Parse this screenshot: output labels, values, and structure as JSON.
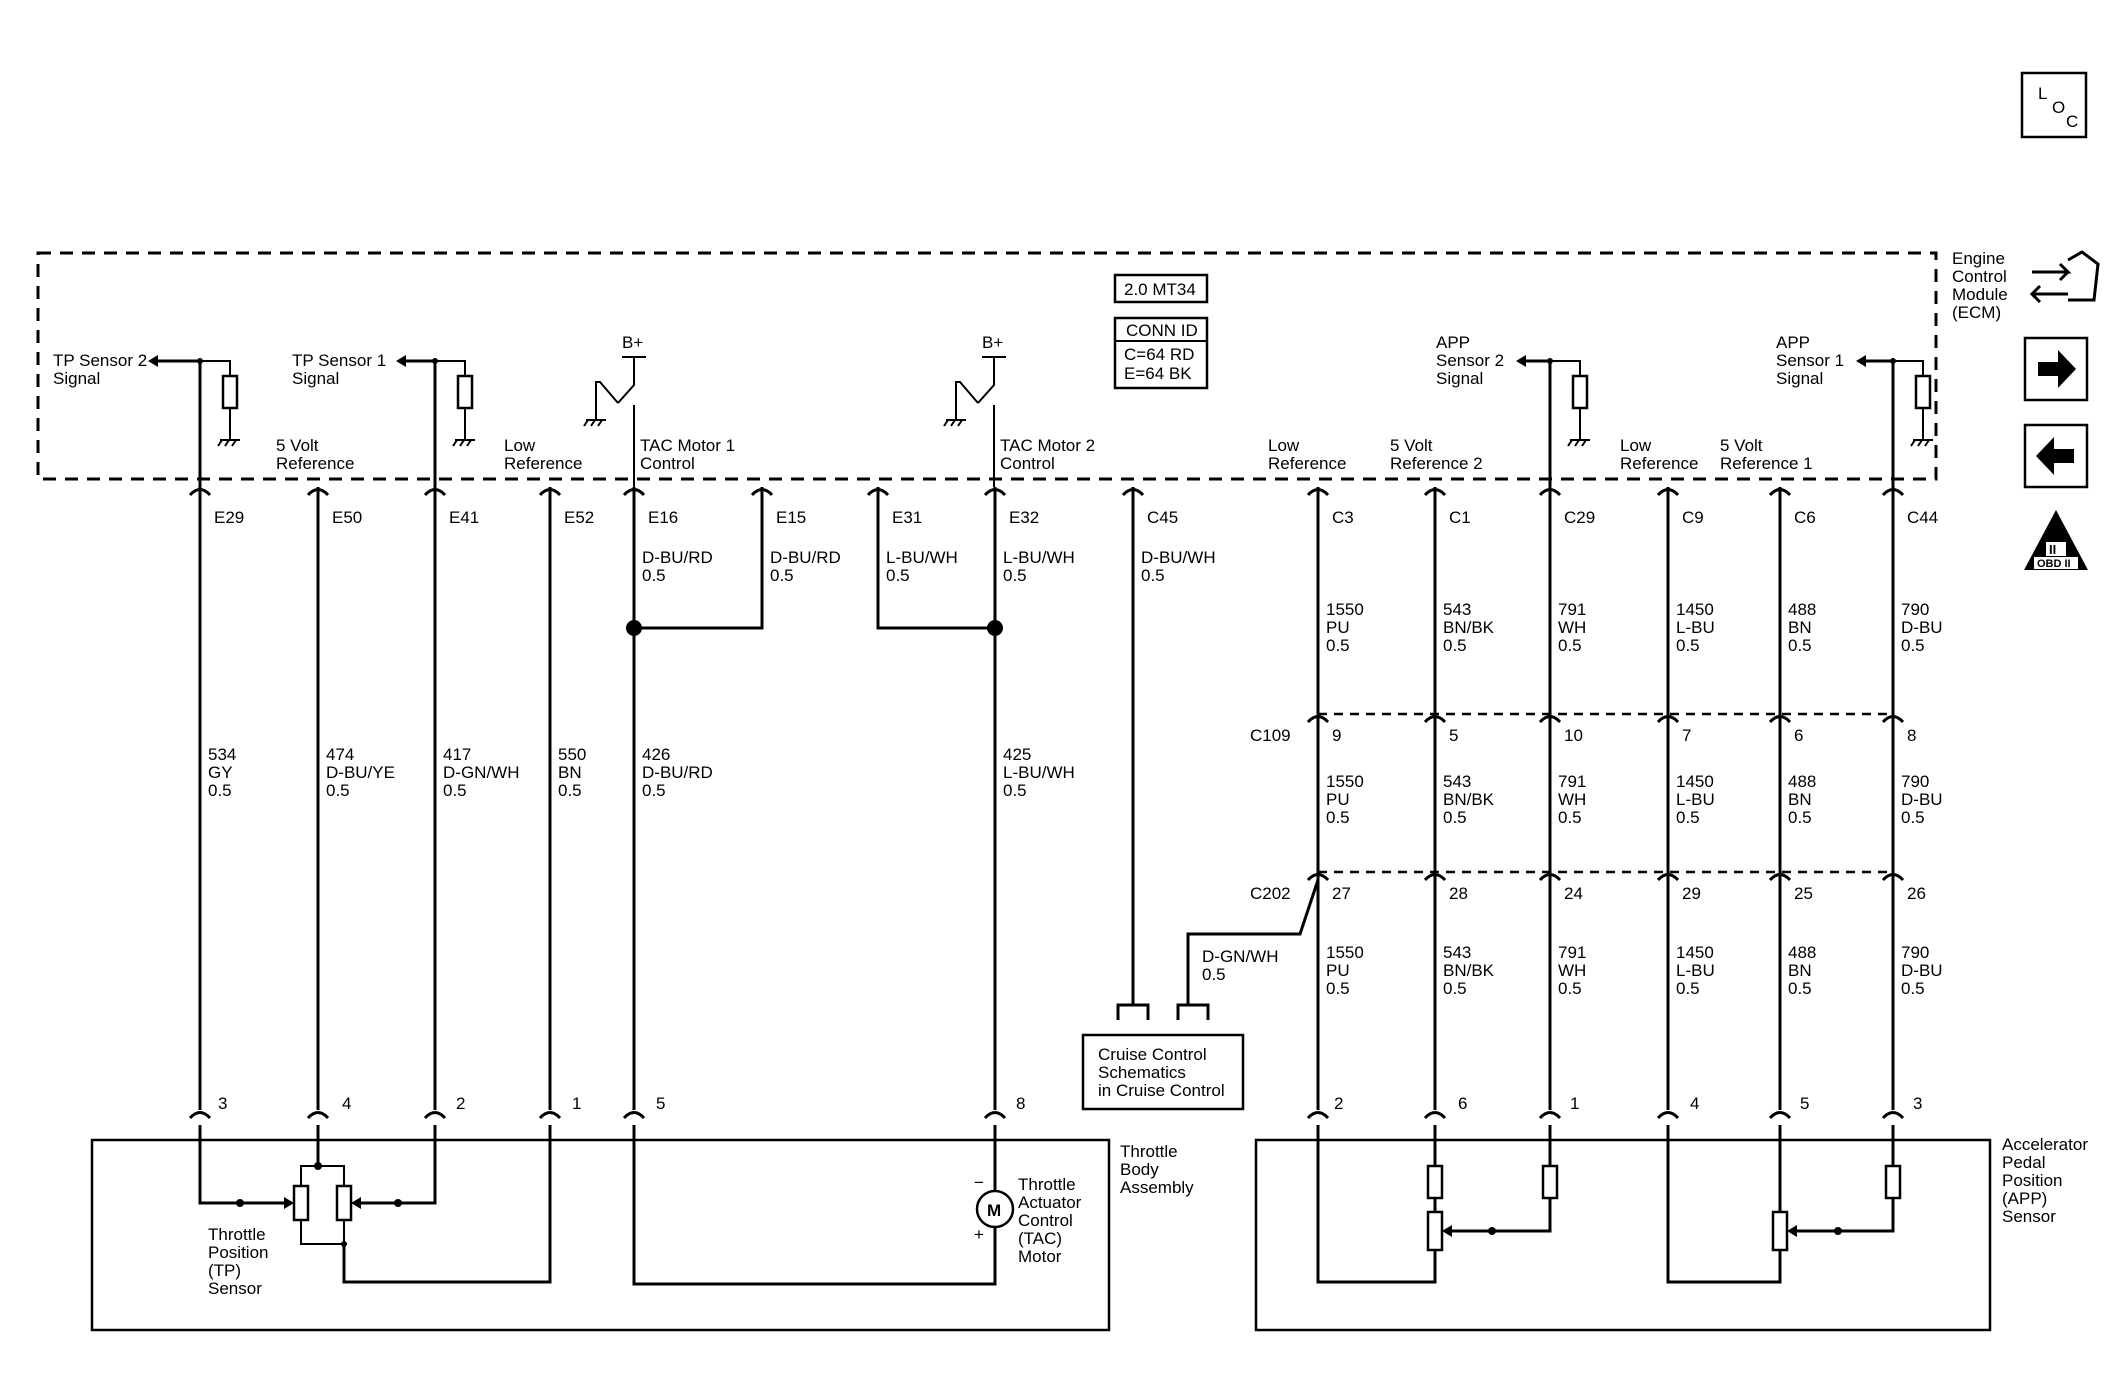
{
  "ecm": {
    "name": [
      "Engine",
      "Control",
      "Module",
      "(ECM)"
    ],
    "engine": "2.0 MT34",
    "conn_id_title": "CONN ID",
    "conn_ids": [
      "C=64 RD",
      "E=64 BK"
    ]
  },
  "corner_icon": {
    "letters": [
      "L",
      "O",
      "C"
    ]
  },
  "obd_badge": {
    "top": "II",
    "bottom": "OBD II"
  },
  "ecm_labels": [
    {
      "id": "tp2",
      "lines": [
        "TP Sensor 2",
        "Signal"
      ]
    },
    {
      "id": "tp1",
      "lines": [
        "TP Sensor 1",
        "Signal"
      ]
    },
    {
      "id": "5vref",
      "lines": [
        "5 Volt",
        "Reference"
      ]
    },
    {
      "id": "lowref",
      "lines": [
        "Low",
        "Reference"
      ]
    },
    {
      "id": "tac1",
      "lines": [
        "TAC Motor 1",
        "Control"
      ]
    },
    {
      "id": "tac2",
      "lines": [
        "TAC Motor 2",
        "Control"
      ]
    },
    {
      "id": "lowref_r",
      "lines": [
        "Low",
        "Reference"
      ]
    },
    {
      "id": "5vref2",
      "lines": [
        "5 Volt",
        "Reference 2"
      ]
    },
    {
      "id": "app2",
      "lines": [
        "APP",
        "Sensor 2",
        "Signal"
      ]
    },
    {
      "id": "lowref_r2",
      "lines": [
        "Low",
        "Reference"
      ]
    },
    {
      "id": "5vref1",
      "lines": [
        "5 Volt",
        "Reference 1"
      ]
    },
    {
      "id": "app1",
      "lines": [
        "APP",
        "Sensor 1",
        "Signal"
      ]
    }
  ],
  "bplus": "B+",
  "ecm_pins": [
    "E29",
    "E50",
    "E41",
    "E52",
    "E16",
    "E15",
    "E31",
    "E32",
    "C45",
    "C3",
    "C1",
    "C29",
    "C9",
    "C6",
    "C44"
  ],
  "ecm_wires_top": [
    {
      "lines": [
        "D-BU/RD",
        "0.5"
      ]
    },
    {
      "lines": [
        "D-BU/RD",
        "0.5"
      ]
    },
    {
      "lines": [
        "L-BU/WH",
        "0.5"
      ]
    },
    {
      "lines": [
        "L-BU/WH",
        "0.5"
      ]
    },
    {
      "lines": [
        "D-BU/WH",
        "0.5"
      ]
    }
  ],
  "left_circuits": [
    {
      "lines": [
        "534",
        "GY",
        "0.5"
      ]
    },
    {
      "lines": [
        "474",
        "D-BU/YE",
        "0.5"
      ]
    },
    {
      "lines": [
        "417",
        "D-GN/WH",
        "0.5"
      ]
    },
    {
      "lines": [
        "550",
        "BN",
        "0.5"
      ]
    },
    {
      "lines": [
        "426",
        "D-BU/RD",
        "0.5"
      ]
    },
    {
      "lines": [
        "425",
        "L-BU/WH",
        "0.5"
      ]
    }
  ],
  "right_circuits": [
    {
      "lines": [
        "1550",
        "PU",
        "0.5"
      ]
    },
    {
      "lines": [
        "543",
        "BN/BK",
        "0.5"
      ]
    },
    {
      "lines": [
        "791",
        "WH",
        "0.5"
      ]
    },
    {
      "lines": [
        "1450",
        "L-BU",
        "0.5"
      ]
    },
    {
      "lines": [
        "488",
        "BN",
        "0.5"
      ]
    },
    {
      "lines": [
        "790",
        "D-BU",
        "0.5"
      ]
    }
  ],
  "c109": {
    "name": "C109",
    "pins": [
      "9",
      "5",
      "10",
      "7",
      "6",
      "8"
    ]
  },
  "c202": {
    "name": "C202",
    "pins": [
      "27",
      "28",
      "24",
      "29",
      "25",
      "26"
    ]
  },
  "cruise_wire": {
    "lines": [
      "D-GN/WH",
      "0.5"
    ]
  },
  "cruise_box": {
    "lines": [
      "Cruise Control",
      "Schematics",
      "in Cruise Control"
    ]
  },
  "throttle_pins": [
    "3",
    "4",
    "2",
    "1",
    "5",
    "8"
  ],
  "app_pins": [
    "2",
    "6",
    "1",
    "4",
    "5",
    "3"
  ],
  "throttle_body": {
    "lines": [
      "Throttle",
      "Body",
      "Assembly"
    ]
  },
  "tp_sensor": {
    "lines": [
      "Throttle",
      "Position",
      "(TP)",
      "Sensor"
    ]
  },
  "tac_motor": {
    "lines": [
      "Throttle",
      "Actuator",
      "Control",
      "(TAC)",
      "Motor"
    ],
    "symbol": "M",
    "minus": "−",
    "plus": "+"
  },
  "app_sensor": {
    "lines": [
      "Accelerator",
      "Pedal",
      "Position",
      "(APP)",
      "Sensor"
    ]
  }
}
